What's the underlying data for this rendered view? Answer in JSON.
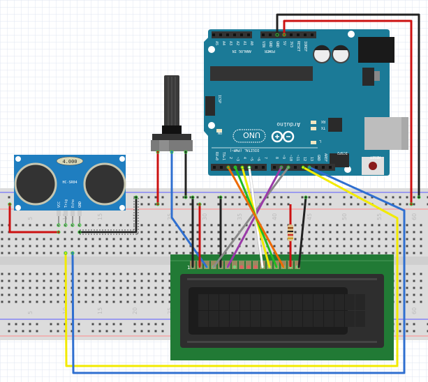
{
  "colors": {
    "arduino_board": "#1b7a97",
    "sensor_board": "#1f7ec0",
    "lcd_board": "#217a35",
    "breadboard": "#dcdcdc",
    "wire_red": "#cc1111",
    "wire_black": "#222222",
    "wire_blue": "#2f6fd0",
    "wire_yellow": "#f2ea00",
    "wire_green": "#22bb22",
    "wire_orange": "#ee6a00",
    "wire_white": "#ffffff",
    "wire_purple": "#9a3aa8",
    "wire_gray": "#8a8a8a"
  },
  "breadboard": {
    "column_numbers": [
      "5",
      "10",
      "15",
      "20",
      "25",
      "30",
      "35",
      "40",
      "45",
      "50",
      "55",
      "60"
    ]
  },
  "sensor": {
    "display": "4.000",
    "model": "HC-SR04",
    "pins": [
      "VCC",
      "Trig",
      "Echo",
      "GND"
    ]
  },
  "arduino": {
    "analog_pins": [
      "A5",
      "A4",
      "A3",
      "A2",
      "A1",
      "A0"
    ],
    "analog_label": "ANALOG IN",
    "power_pins": [
      "VIN",
      "GND",
      "GND",
      "5V",
      "3V3",
      "RESET",
      "IOREF"
    ],
    "power_label": "POWER",
    "icsp_label": "ICSP",
    "icsp2_label": "ICSP2",
    "on_label": "ON",
    "rx_label": "RX",
    "tx_label": "TX",
    "l_label": "L",
    "brand": "Arduino",
    "model": "UNO",
    "digital_label": "DIGITAL (PWM~)",
    "digital_pins_left": [
      "RX◂0",
      "TX▸1",
      "2",
      "~3",
      "4",
      "~5",
      "~6",
      "7"
    ],
    "digital_pins_right": [
      "8",
      "~9",
      "~10",
      "~11",
      "12",
      "13",
      "GND",
      "AREF"
    ],
    "reset_label": "RESET"
  },
  "lcd": {
    "pin1_label": "1"
  }
}
